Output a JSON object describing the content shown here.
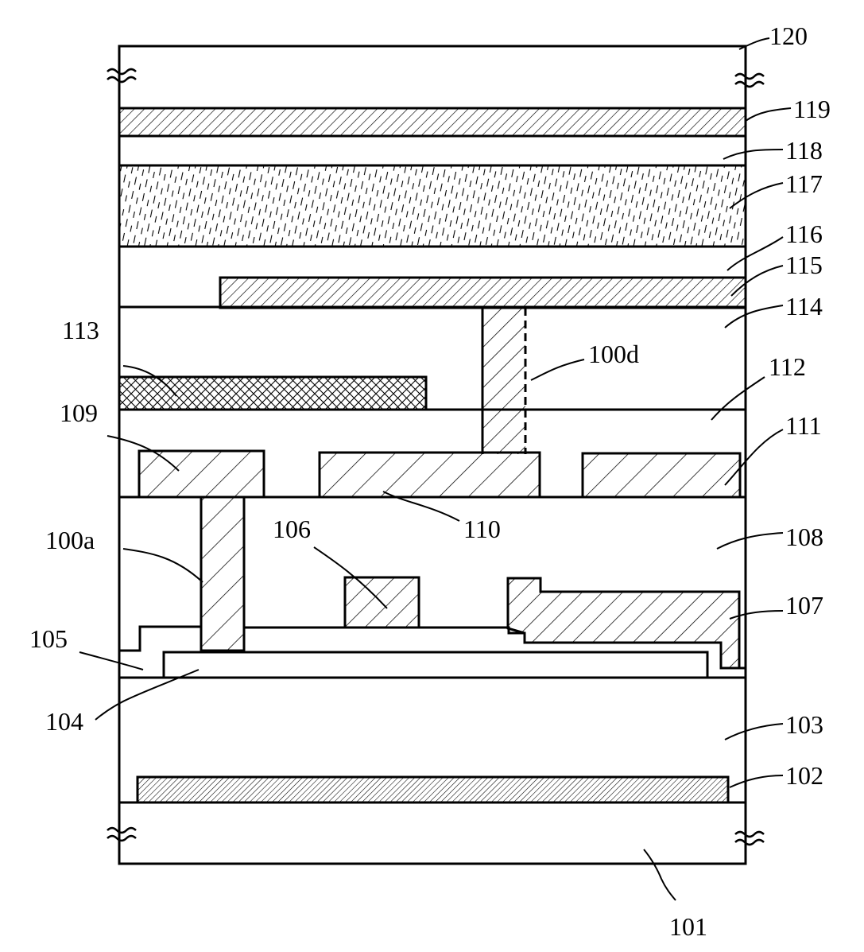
{
  "labels": {
    "l120": "120",
    "l119": "119",
    "l118": "118",
    "l117": "117",
    "l116": "116",
    "l115": "115",
    "l114": "114",
    "l113": "113",
    "l100d": "100d",
    "l112": "112",
    "l109": "109",
    "l111": "111",
    "l110": "110",
    "l100a": "100a",
    "l106": "106",
    "l108": "108",
    "l107": "107",
    "l105": "105",
    "l104": "104",
    "l103": "103",
    "l102": "102",
    "l101": "101"
  }
}
